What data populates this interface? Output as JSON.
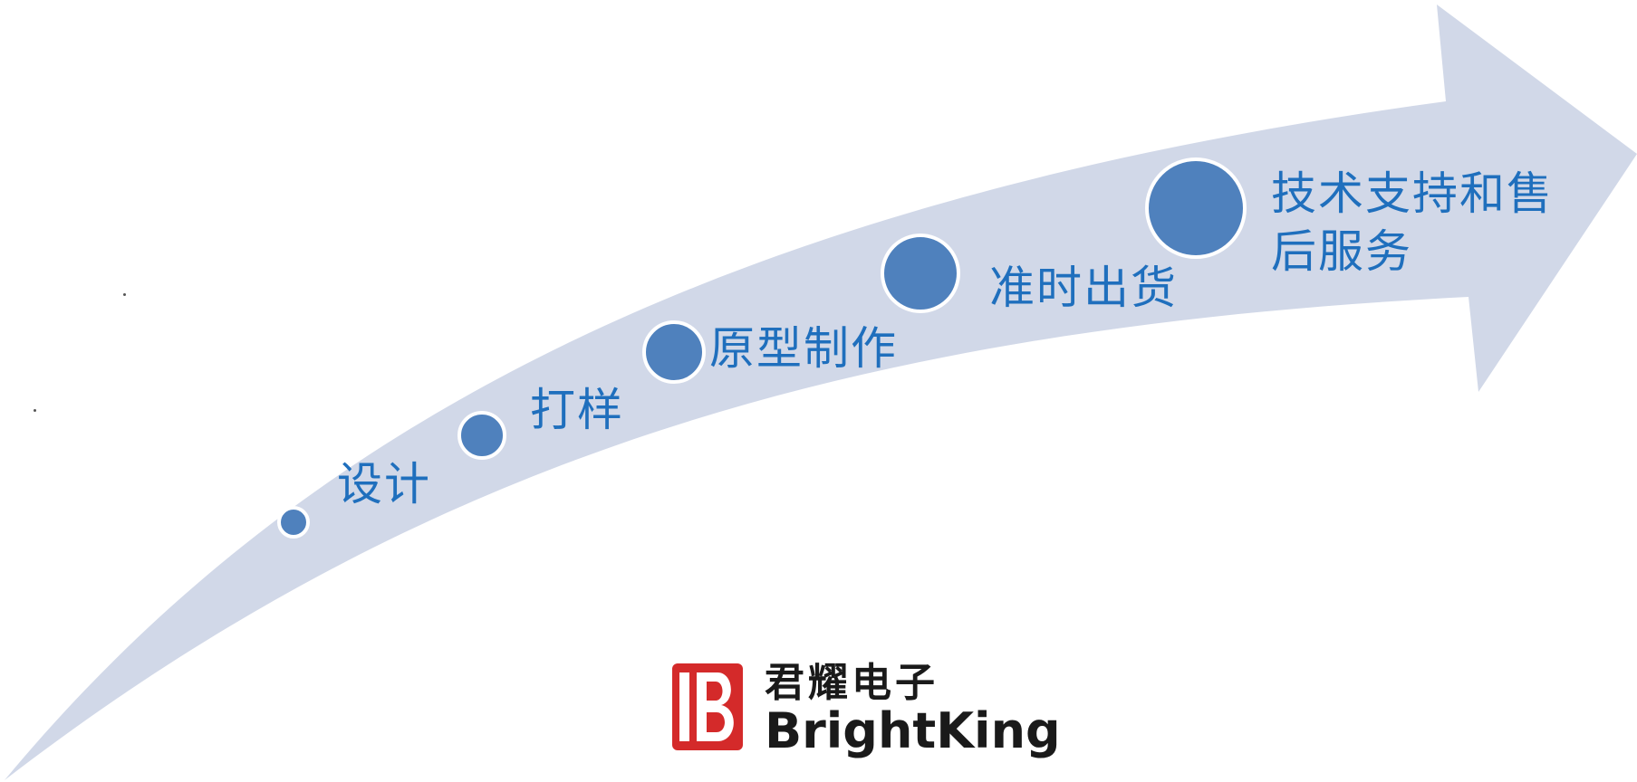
{
  "colors": {
    "arrow_fill": "#d1d8e8",
    "node_fill": "#4f81bd",
    "node_stroke": "#ffffff",
    "label_color": "#1f6fbd",
    "logo_red": "#d42a2a"
  },
  "steps": [
    {
      "label": "设计"
    },
    {
      "label": "打样"
    },
    {
      "label": "原型制作"
    },
    {
      "label": "准时出货"
    },
    {
      "label": "技术支持和售",
      "label_line2": "后服务"
    }
  ],
  "logo": {
    "name_cn": "君耀电子",
    "name_en": "BrightKing",
    "mark_letter": "B"
  }
}
